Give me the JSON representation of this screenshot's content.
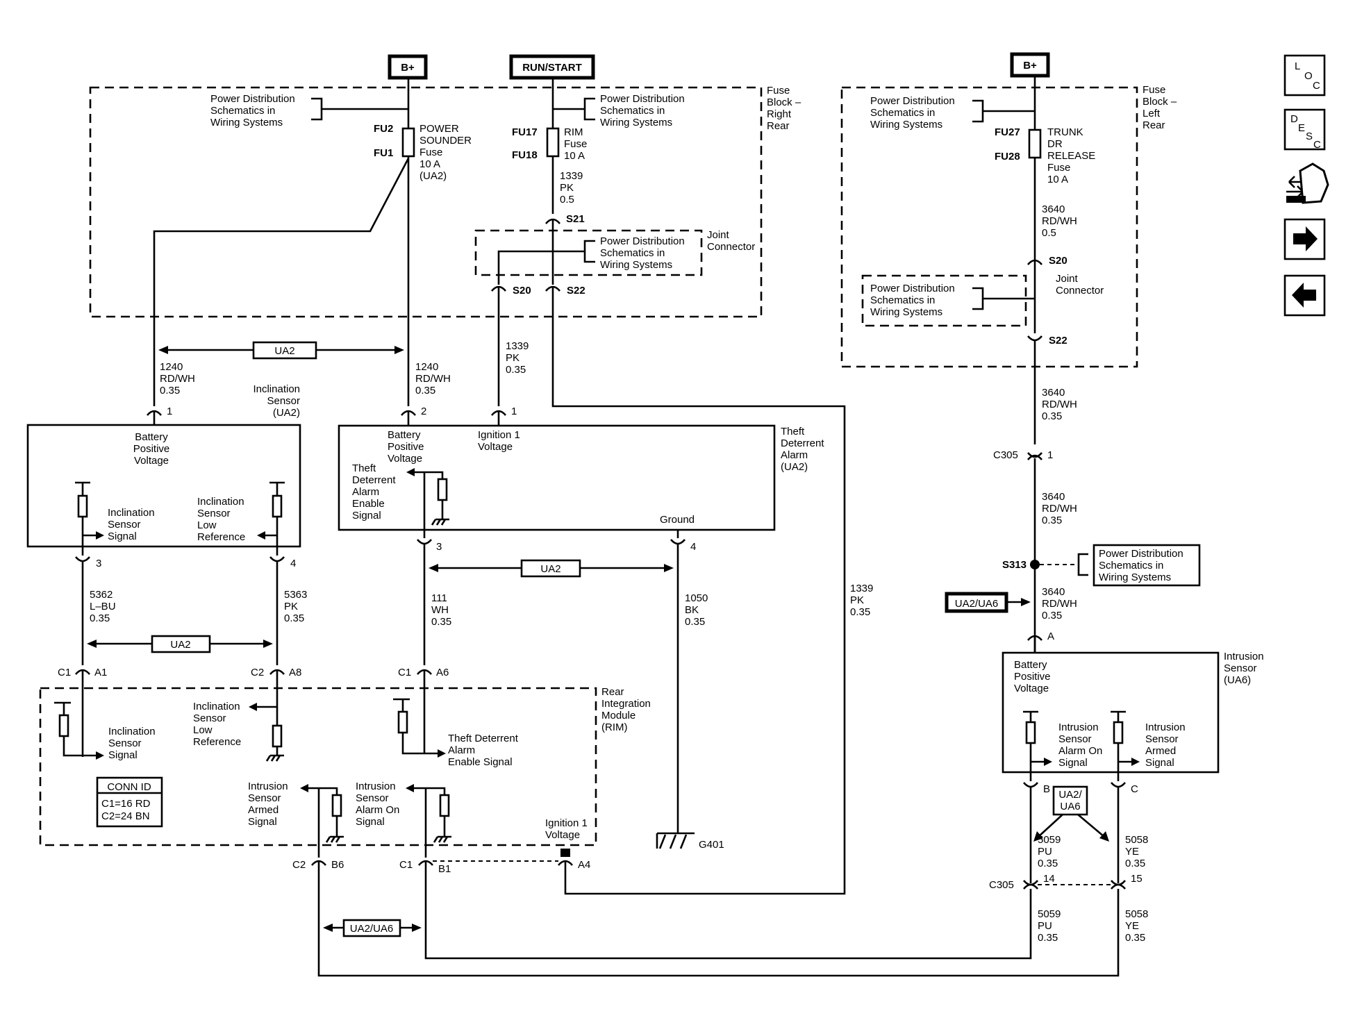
{
  "power_labels": {
    "b_plus_left": "B+",
    "run_start": "RUN/START",
    "b_plus_right": "B+"
  },
  "pds_text": [
    "Power Distribution",
    "Schematics in",
    "Wiring Systems"
  ],
  "fuse_block_right": [
    "Fuse",
    "Block –",
    "Right",
    "Rear"
  ],
  "fuse_block_left": [
    "Fuse",
    "Block –",
    "Left",
    "Rear"
  ],
  "fuses": {
    "fu2": "FU2",
    "fu1": "FU1",
    "power_sounder": [
      "POWER",
      "SOUNDER",
      "Fuse",
      "10 A",
      "(UA2)"
    ],
    "fu17": "FU17",
    "fu18": "FU18",
    "rim": [
      "RIM",
      "Fuse",
      "10 A"
    ],
    "fu27": "FU27",
    "fu28": "FU28",
    "trunk": [
      "TRUNK",
      "DR",
      "RELEASE",
      "Fuse",
      "10 A"
    ]
  },
  "joint_connector": [
    "Joint",
    "Connector"
  ],
  "splices": {
    "s21": "S21",
    "s20": "S20",
    "s22": "S22",
    "s313": "S313"
  },
  "wires": {
    "w1339a": [
      "1339",
      "PK",
      "0.5"
    ],
    "w1339b": [
      "1339",
      "PK",
      "0.35"
    ],
    "w1339c": [
      "1339",
      "PK",
      "0.35"
    ],
    "w1240a": [
      "1240",
      "RD/WH",
      "0.35"
    ],
    "w1240b": [
      "1240",
      "RD/WH",
      "0.35"
    ],
    "w5362": [
      "5362",
      "L–BU",
      "0.35"
    ],
    "w5363": [
      "5363",
      "PK",
      "0.35"
    ],
    "w111": [
      "111",
      "WH",
      "0.35"
    ],
    "w1050": [
      "1050",
      "BK",
      "0.35"
    ],
    "w3640a": [
      "3640",
      "RD/WH",
      "0.5"
    ],
    "w3640b": [
      "3640",
      "RD/WH",
      "0.35"
    ],
    "w3640c": [
      "3640",
      "RD/WH",
      "0.35"
    ],
    "w3640d": [
      "3640",
      "RD/WH",
      "0.35"
    ],
    "w5059a": [
      "5059",
      "PU",
      "0.35"
    ],
    "w5058a": [
      "5058",
      "YE",
      "0.35"
    ],
    "w5059b": [
      "5059",
      "PU",
      "0.35"
    ],
    "w5058b": [
      "5058",
      "YE",
      "0.35"
    ]
  },
  "option_tags": {
    "ua2": "UA2",
    "ua2_ua6": "UA2/UA6",
    "ua2_ua6_stack": [
      "UA2/",
      "UA6"
    ]
  },
  "inclination_sensor": {
    "title": [
      "Inclination",
      "Sensor",
      "(UA2)"
    ],
    "battery": [
      "Battery",
      "Positive",
      "Voltage"
    ],
    "signal": [
      "Inclination",
      "Sensor",
      "Signal"
    ],
    "low_ref": [
      "Inclination",
      "Sensor",
      "Low",
      "Reference"
    ]
  },
  "theft_alarm": {
    "title": [
      "Theft",
      "Deterrent",
      "Alarm",
      "(UA2)"
    ],
    "battery": [
      "Battery",
      "Positive",
      "Voltage"
    ],
    "ignition": [
      "Ignition 1",
      "Voltage"
    ],
    "enable": [
      "Theft",
      "Deterrent",
      "Alarm",
      "Enable",
      "Signal"
    ],
    "ground": "Ground"
  },
  "rim": {
    "title": [
      "Rear",
      "Integration",
      "Module",
      "(RIM)"
    ],
    "inc_signal": [
      "Inclination",
      "Sensor",
      "Signal"
    ],
    "inc_low_ref": [
      "Inclination",
      "Sensor",
      "Low",
      "Reference"
    ],
    "theft_enable": [
      "Theft Deterrent",
      "Alarm",
      "Enable Signal"
    ],
    "intrusion_armed": [
      "Intrusion",
      "Sensor",
      "Armed",
      "Signal"
    ],
    "intrusion_alarm": [
      "Intrusion",
      "Sensor",
      "Alarm On",
      "Signal"
    ],
    "ignition": [
      "Ignition 1",
      "Voltage"
    ],
    "conn_id_title": "CONN ID",
    "conn_id_rows": [
      "C1=16 RD",
      "C2=24 BN"
    ]
  },
  "intrusion_sensor": {
    "title": [
      "Intrusion",
      "Sensor",
      "(UA6)"
    ],
    "battery": [
      "Battery",
      "Positive",
      "Voltage"
    ],
    "alarm_on": [
      "Intrusion",
      "Sensor",
      "Alarm On",
      "Signal"
    ],
    "armed": [
      "Intrusion",
      "Sensor",
      "Armed",
      "Signal"
    ]
  },
  "pins": {
    "p1": "1",
    "p2": "2",
    "p3": "3",
    "p4": "4",
    "a": "A",
    "b": "B",
    "c": "C",
    "a1": "A1",
    "a8": "A8",
    "a6": "A6",
    "a4": "A4",
    "b6": "B6",
    "b1": "B1",
    "c1": "C1",
    "c2": "C2",
    "c305": "C305",
    "p14": "14",
    "p15": "15"
  },
  "ground_label": "G401",
  "nav": {
    "loc": [
      "L",
      "O",
      "C"
    ],
    "desc": [
      "D",
      "E",
      "S",
      "C"
    ],
    "icons": [
      "connector-hand-icon",
      "arrow-right-icon",
      "arrow-left-icon"
    ]
  }
}
